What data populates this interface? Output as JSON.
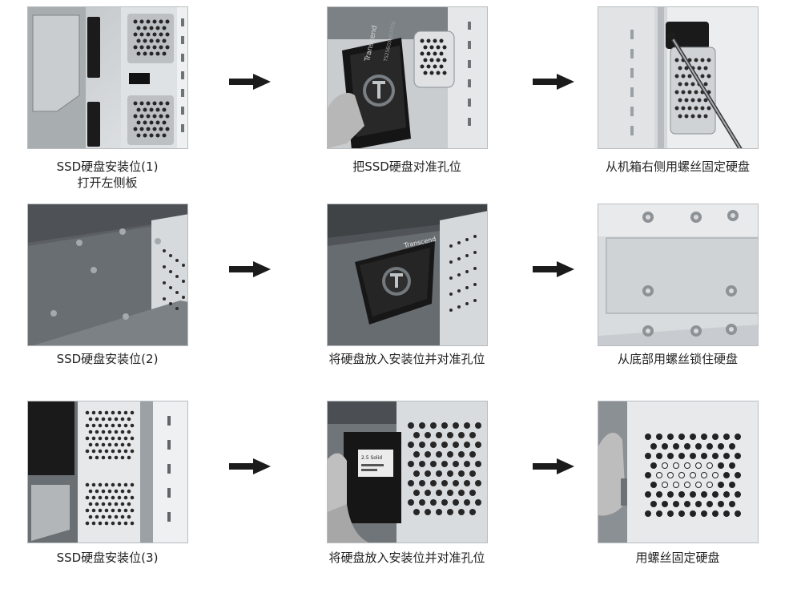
{
  "steps": [
    {
      "id": "step-1",
      "caption_line1": "SSD硬盘安装位(1)",
      "caption_line2": "打开左侧板"
    },
    {
      "id": "step-2",
      "caption_line1": "把SSD硬盘对准孔位",
      "brand": "Transcend",
      "label": "TS256GSSD370S"
    },
    {
      "id": "step-3",
      "caption_line1": "从机箱右侧用螺丝固定硬盘"
    },
    {
      "id": "step-4",
      "caption_line1": "SSD硬盘安装位(2)"
    },
    {
      "id": "step-5",
      "caption_line1": "将硬盘放入安装位并对准孔位",
      "brand": "Transcend"
    },
    {
      "id": "step-6",
      "caption_line1": "从底部用螺丝锁住硬盘"
    },
    {
      "id": "step-7",
      "caption_line1": "SSD硬盘安装位(3)"
    },
    {
      "id": "step-8",
      "caption_line1": "将硬盘放入安装位并对准孔位",
      "label": "2.5 Solid"
    },
    {
      "id": "step-9",
      "caption_line1": "用螺丝固定硬盘"
    }
  ],
  "colors": {
    "metal_light": "#d9dcde",
    "metal_dark": "#8c9195",
    "hole": "#2a2a2a",
    "arrow": "#1b1b1b"
  },
  "icons": {
    "arrow": "arrow-right-icon",
    "screwdriver": "screwdriver-icon"
  }
}
